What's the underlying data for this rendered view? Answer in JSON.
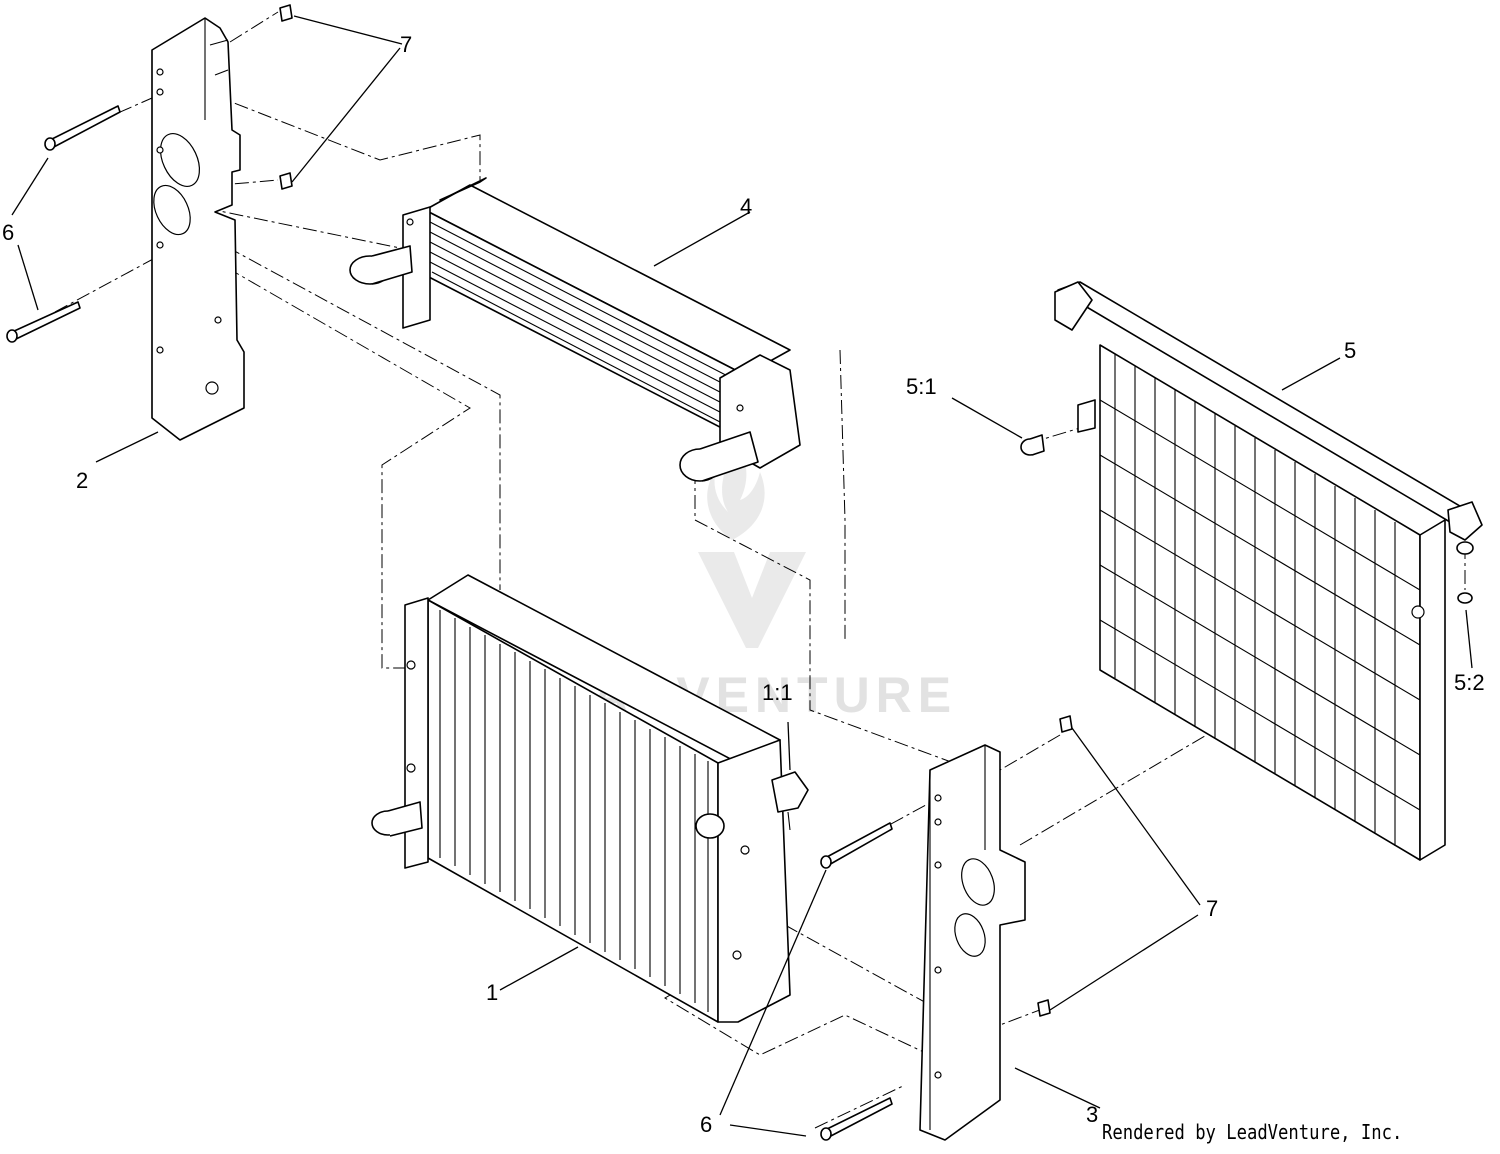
{
  "callouts": {
    "p1": "1",
    "p1_1": "1:1",
    "p2": "2",
    "p3": "3",
    "p4": "4",
    "p5": "5",
    "p5_1": "5:1",
    "p5_2": "5:2",
    "p6_top": "6",
    "p6_bottom": "6",
    "p7_top": "7",
    "p7_right": "7"
  },
  "watermark": {
    "text": "ADVENTURE"
  },
  "credit": "Rendered by LeadVenture, Inc."
}
